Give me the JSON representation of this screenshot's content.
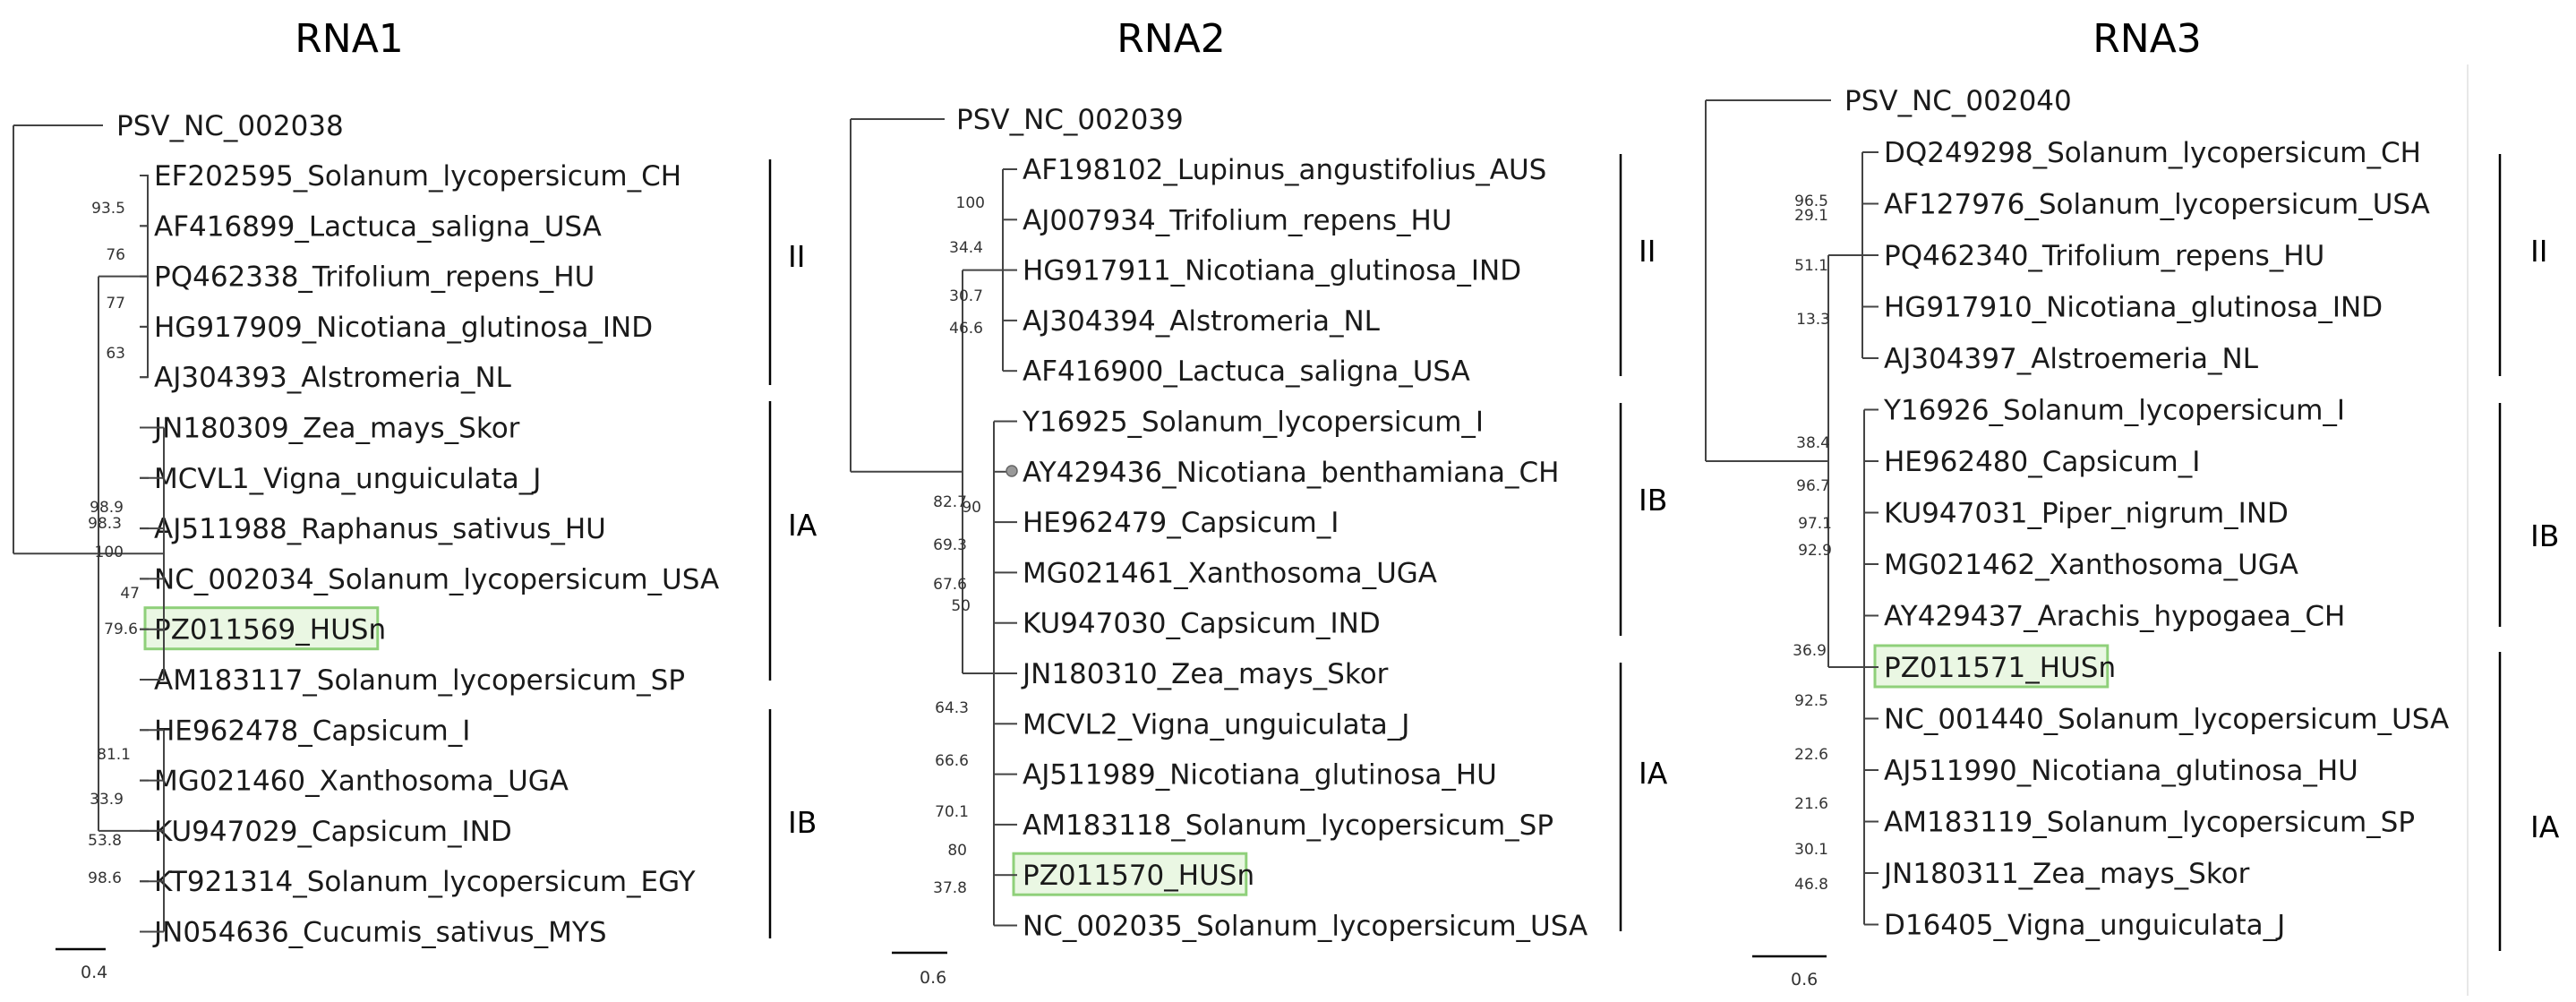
{
  "colors": {
    "highlight_fill": "#eaf7e3",
    "highlight_stroke": "#8fd07a",
    "branch": "#444444"
  },
  "panels": [
    {
      "title": "RNA1",
      "outgroup": "PSV_NC_002038",
      "taxa": [
        "EF202595_Solanum_lycopersicum_CH",
        "AF416899_Lactuca_saligna_USA",
        "PQ462338_Trifolium_repens_HU",
        "HG917909_Nicotiana_glutinosa_IND",
        "AJ304393_Alstromeria_NL",
        "JN180309_Zea_mays_Skor",
        "MCVL1_Vigna_unguiculata_J",
        "AJ511988_Raphanus_sativus_HU",
        "NC_002034_Solanum_lycopersicum_USA",
        "PZ011569_HUSn",
        "AM183117_Solanum_lycopersicum_SP",
        "HE962478_Capsicum_I",
        "MG021460_Xanthosoma_UGA",
        "KU947029_Capsicum_IND",
        "KT921314_Solanum_lycopersicum_EGY",
        "JN054636_Cucumis_sativus_MYS"
      ],
      "highlighted": "PZ011569_HUSn",
      "bootstrap": [
        "93.5",
        "76",
        "77",
        "63",
        "98.9",
        "98.3",
        "100",
        "47",
        "79.6",
        "81.1",
        "33.9",
        "53.8",
        "98.6"
      ],
      "clades": [
        {
          "label": "II"
        },
        {
          "label": "IA"
        },
        {
          "label": "IB"
        }
      ],
      "scale_label": "0.4"
    },
    {
      "title": "RNA2",
      "outgroup": "PSV_NC_002039",
      "taxa": [
        "AF198102_Lupinus_angustifolius_AUS",
        "AJ007934_Trifolium_repens_HU",
        "HG917911_Nicotiana_glutinosa_IND",
        "AJ304394_Alstromeria_NL",
        "AF416900_Lactuca_saligna_USA",
        "Y16925_Solanum_lycopersicum_I",
        "AY429436_Nicotiana_benthamiana_CH",
        "HE962479_Capsicum_I",
        "MG021461_Xanthosoma_UGA",
        "KU947030_Capsicum_IND",
        "JN180310_Zea_mays_Skor",
        "MCVL2_Vigna_unguiculata_J",
        "AJ511989_Nicotiana_glutinosa_HU",
        "AM183118_Solanum_lycopersicum_SP",
        "PZ011570_HUSn",
        "NC_002035_Solanum_lycopersicum_USA"
      ],
      "highlighted": "PZ011570_HUSn",
      "bootstrap": [
        "100",
        "34.4",
        "30.7",
        "46.6",
        "82.7",
        "90",
        "69.3",
        "67.6",
        "50",
        "64.3",
        "66.6",
        "70.1",
        "80",
        "37.8"
      ],
      "clades": [
        {
          "label": "II"
        },
        {
          "label": "IB"
        },
        {
          "label": "IA"
        }
      ],
      "scale_label": "0.6"
    },
    {
      "title": "RNA3",
      "outgroup": "PSV_NC_002040",
      "taxa": [
        "DQ249298_Solanum_lycopersicum_CH",
        "AF127976_Solanum_lycopersicum_USA",
        "PQ462340_Trifolium_repens_HU",
        "HG917910_Nicotiana_glutinosa_IND",
        "AJ304397_Alstroemeria_NL",
        "Y16926_Solanum_lycopersicum_I",
        "HE962480_Capsicum_I",
        "KU947031_Piper_nigrum_IND",
        "MG021462_Xanthosoma_UGA",
        "AY429437_Arachis_hypogaea_CH",
        "PZ011571_HUSn",
        "NC_001440_Solanum_lycopersicum_USA",
        "AJ511990_Nicotiana_glutinosa_HU",
        "AM183119_Solanum_lycopersicum_SP",
        "JN180311_Zea_mays_Skor",
        "D16405_Vigna_unguiculata_J"
      ],
      "highlighted": "PZ011571_HUSn",
      "bootstrap": [
        "96.5",
        "29.1",
        "51.1",
        "13.3",
        "38.4",
        "96.7",
        "97.1",
        "92.9",
        "36.9",
        "92.5",
        "22.6",
        "21.6",
        "30.1",
        "46.8"
      ],
      "clades": [
        {
          "label": "II"
        },
        {
          "label": "IB"
        },
        {
          "label": "IA"
        }
      ],
      "scale_label": "0.6"
    }
  ]
}
